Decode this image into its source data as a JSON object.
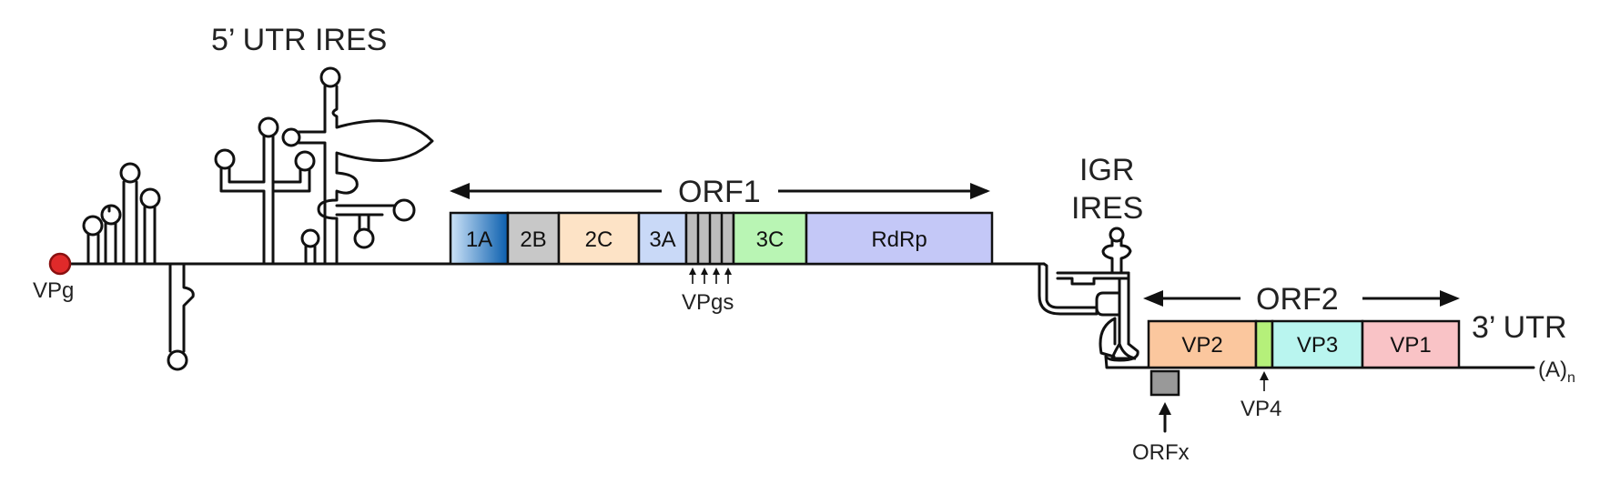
{
  "labels": {
    "utr5_ires": "5’ UTR IRES",
    "vpg": "VPg",
    "orf1": "ORF1",
    "vpgs": "VPgs",
    "igr_line1": "IGR",
    "igr_line2": "IRES",
    "orf2": "ORF2",
    "utr3": "3’ UTR",
    "polya": "(A)",
    "polya_sub": "n",
    "vp4": "VP4",
    "orfx": "ORFx"
  },
  "orf1_segments": [
    {
      "name": "1A",
      "color": "#4a8fd6"
    },
    {
      "name": "2B",
      "color": "#c8c8c8"
    },
    {
      "name": "2C",
      "color": "#fde3c6"
    },
    {
      "name": "3A",
      "color": "#c9d9f7"
    },
    {
      "name": "",
      "color": "#bdbdbd"
    },
    {
      "name": "3C",
      "color": "#b9f5b4"
    },
    {
      "name": "RdRp",
      "color": "#c4c8f7"
    }
  ],
  "orf2_segments": [
    {
      "name": "VP2",
      "color": "#fbc79e"
    },
    {
      "name": "",
      "color": "#b5f07a"
    },
    {
      "name": "VP3",
      "color": "#b9f5ef"
    },
    {
      "name": "VP1",
      "color": "#f9c3c6"
    }
  ],
  "colors": {
    "vpg_dot": "#e02a2a",
    "orfx_box": "#999999"
  }
}
